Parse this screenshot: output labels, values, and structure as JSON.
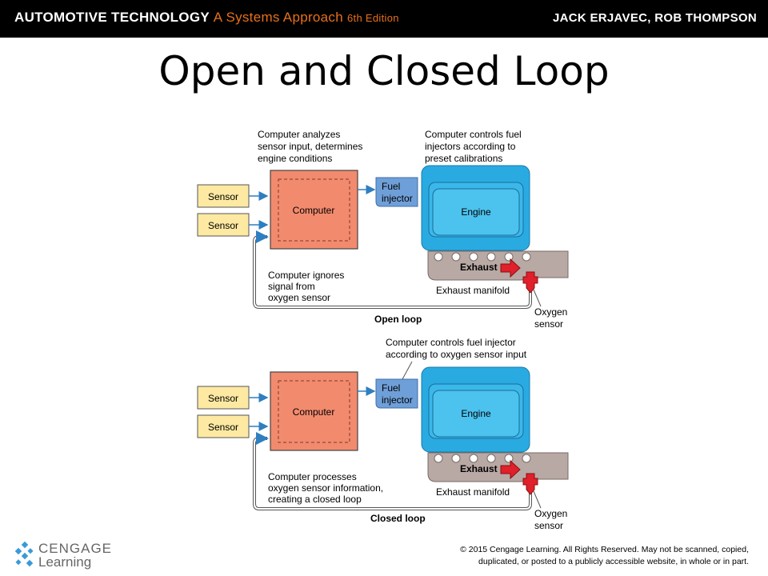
{
  "header": {
    "book_title": "AUTOMOTIVE TECHNOLOGY",
    "book_subtitle": "A Systems Approach",
    "edition": "6th Edition",
    "authors": "JACK ERJAVEC, ROB THOMPSON"
  },
  "slide": {
    "title": "Open and Closed Loop"
  },
  "open_loop": {
    "caption": "Open loop",
    "sensor_1": "Sensor",
    "sensor_2": "Sensor",
    "computer": "Computer",
    "fuel_injector_line1": "Fuel",
    "fuel_injector_line2": "injector",
    "engine": "Engine",
    "exhaust": "Exhaust",
    "exhaust_manifold": "Exhaust manifold",
    "oxygen_sensor_line1": "Oxygen",
    "oxygen_sensor_line2": "sensor",
    "computer_note": [
      "Computer analyzes",
      "sensor input, determines",
      "engine conditions"
    ],
    "injector_note": [
      "Computer controls fuel",
      "injectors according to",
      "preset calibrations"
    ],
    "feedback_note": [
      "Computer ignores",
      "signal from",
      "oxygen sensor"
    ]
  },
  "closed_loop": {
    "caption": "Closed loop",
    "sensor_1": "Sensor",
    "sensor_2": "Sensor",
    "computer": "Computer",
    "fuel_injector_line1": "Fuel",
    "fuel_injector_line2": "injector",
    "engine": "Engine",
    "exhaust": "Exhaust",
    "exhaust_manifold": "Exhaust manifold",
    "oxygen_sensor_line1": "Oxygen",
    "oxygen_sensor_line2": "sensor",
    "injector_note": [
      "Computer controls fuel injector",
      "according to oxygen sensor input"
    ],
    "feedback_note": [
      "Computer processes",
      "oxygen sensor information,",
      "creating a closed loop"
    ]
  },
  "footer": {
    "logo_word_1": "CENGAGE",
    "logo_word_2": "Learning",
    "copyright_line1": "© 2015 Cengage Learning. All Rights Reserved. May not be scanned, copied,",
    "copyright_line2": "duplicated, or posted to a publicly accessible website, in whole or in part."
  },
  "colors": {
    "sensor_fill": "#fde9a2",
    "computer_fill": "#f28a6e",
    "engine_fill": "#29abe2",
    "injector_fill": "#6f9fd8",
    "manifold_fill": "#b8a9a4",
    "arrow_red": "#e0202a",
    "arrow_blue": "#2f7fc0"
  }
}
